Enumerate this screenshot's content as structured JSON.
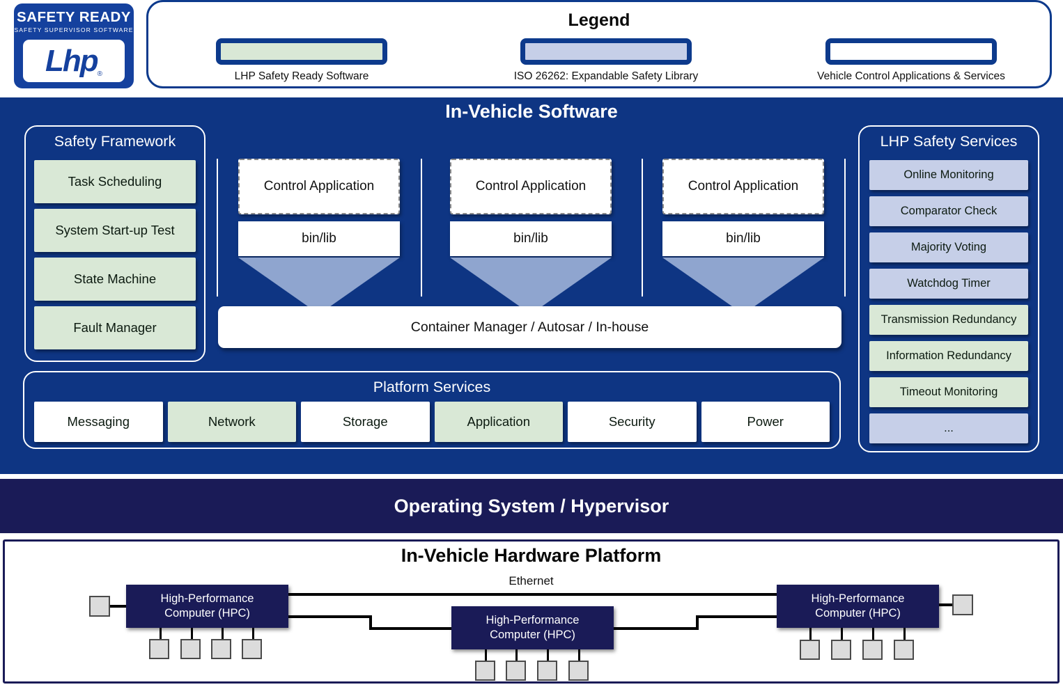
{
  "logo": {
    "title": "SAFETY READY",
    "subtitle": "SAFETY SUPERVISOR SOFTWARE",
    "brand": "Lhp",
    "registered": "®"
  },
  "legend": {
    "title": "Legend",
    "items": [
      {
        "label": "LHP Safety Ready Software",
        "swatch": "green"
      },
      {
        "label": "ISO 26262: Expandable Safety Library",
        "swatch": "blue"
      },
      {
        "label": "Vehicle Control Applications & Services",
        "swatch": "white"
      }
    ]
  },
  "in_vehicle_software": {
    "title": "In-Vehicle Software",
    "safety_framework": {
      "title": "Safety Framework",
      "items": [
        "Task Scheduling",
        "System Start-up Test",
        "State Machine",
        "Fault Manager"
      ]
    },
    "app_columns": [
      {
        "app": "Control Application",
        "bin": "bin/lib"
      },
      {
        "app": "Control Application",
        "bin": "bin/lib"
      },
      {
        "app": "Control Application",
        "bin": "bin/lib"
      }
    ],
    "container_manager": "Container Manager / Autosar / In-house",
    "platform_services": {
      "title": "Platform Services",
      "items": [
        {
          "label": "Messaging",
          "variant": "white"
        },
        {
          "label": "Network",
          "variant": "green"
        },
        {
          "label": "Storage",
          "variant": "white"
        },
        {
          "label": "Application",
          "variant": "green"
        },
        {
          "label": "Security",
          "variant": "white"
        },
        {
          "label": "Power",
          "variant": "white"
        }
      ]
    },
    "safety_services": {
      "title": "LHP Safety Services",
      "items": [
        {
          "label": "Online Monitoring",
          "variant": "blue"
        },
        {
          "label": "Comparator Check",
          "variant": "blue"
        },
        {
          "label": "Majority Voting",
          "variant": "blue"
        },
        {
          "label": "Watchdog Timer",
          "variant": "blue"
        },
        {
          "label": "Transmission Redundancy",
          "variant": "green"
        },
        {
          "label": "Information Redundancy",
          "variant": "green"
        },
        {
          "label": "Timeout Monitoring",
          "variant": "green"
        },
        {
          "label": "...",
          "variant": "blue"
        }
      ]
    }
  },
  "os_layer": {
    "title": "Operating System / Hypervisor"
  },
  "hardware": {
    "title": "In-Vehicle Hardware Platform",
    "bus_label": "Ethernet",
    "hpc_label": "High-Performance Computer (HPC)"
  },
  "colors": {
    "section_blue": "#0e3583",
    "dark_navy": "#1a1b57",
    "logo_blue": "#15419e",
    "legend_border": "#0d3a8c",
    "green_box": "#d9e8d6",
    "lavender_box": "#c6cfe8",
    "funnel_blue": "#8fa5cf",
    "ecu_gray": "#dcdcdc"
  }
}
